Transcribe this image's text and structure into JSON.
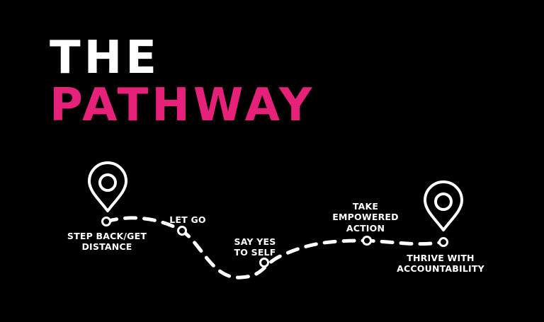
{
  "title": {
    "line1": "THE",
    "line2": "PATHWAY"
  },
  "colors": {
    "background": "#000000",
    "title_primary": "#ffffff",
    "title_accent": "#e6217a",
    "path": "#ffffff"
  },
  "icons": {
    "start": "map-pin-icon",
    "end": "map-pin-icon"
  },
  "steps": [
    {
      "line1": "STEP BACK/GET",
      "line2": "DISTANCE"
    },
    {
      "line1": "LET GO"
    },
    {
      "line1": "SAY YES",
      "line2": "TO SELF"
    },
    {
      "line1": "TAKE",
      "line2": "EMPOWERED",
      "line3": "ACTION"
    },
    {
      "line1": "THRIVE WITH",
      "line2": "ACCOUNTABILITY"
    }
  ]
}
